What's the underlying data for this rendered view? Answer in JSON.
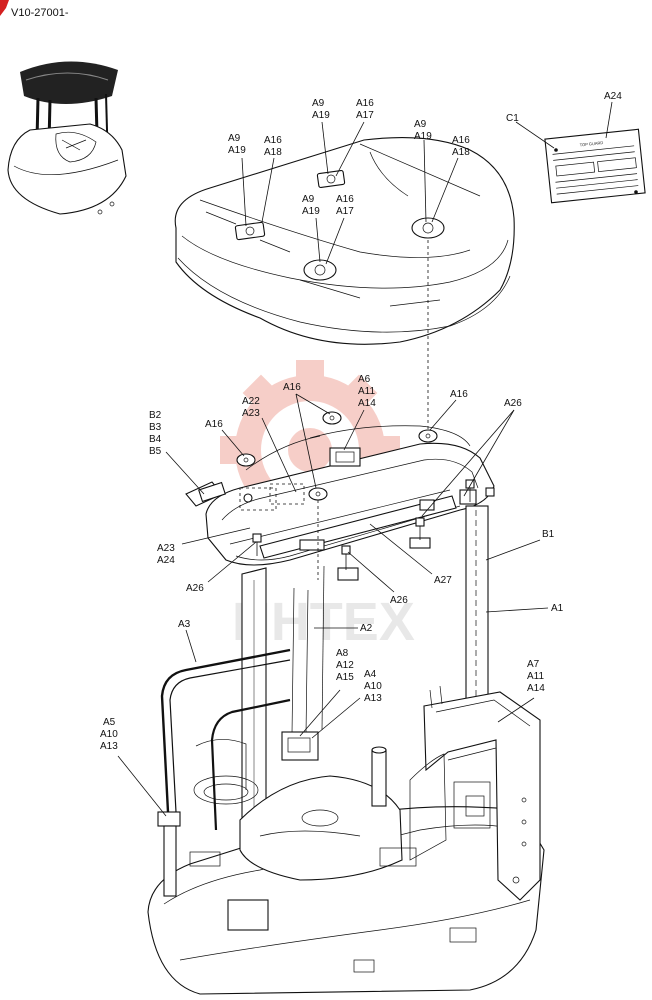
{
  "header": {
    "code": "V10-27001-"
  },
  "watermark": {
    "text": "ИНТЕХ",
    "color": "#e0533c"
  },
  "plate": {
    "title": "TOP GUARD"
  },
  "labels": {
    "a24_top": "A24",
    "c1": "C1",
    "g1": [
      "A9",
      "A19"
    ],
    "g2": [
      "A16",
      "A18"
    ],
    "g3": [
      "A9",
      "A19"
    ],
    "g4": [
      "A16",
      "A17"
    ],
    "g5": [
      "A9",
      "A19"
    ],
    "g6": [
      "A16",
      "A17"
    ],
    "g7": [
      "A9",
      "A19"
    ],
    "g8": [
      "A16",
      "A18"
    ],
    "b_group": [
      "B2",
      "B3",
      "B4",
      "B5"
    ],
    "a16_left": "A16",
    "a22_23": [
      "A22",
      "A23"
    ],
    "a16_mid": "A16",
    "a6_group": [
      "A6",
      "A11",
      "A14"
    ],
    "a16_right": "A16",
    "a26_top": "A26",
    "a23_24": [
      "A23",
      "A24"
    ],
    "a26_left": "A26",
    "b1": "B1",
    "a27": "A27",
    "a26_bottom": "A26",
    "a1": "A1",
    "a3": "A3",
    "a2": "A2",
    "a8_group": [
      "A8",
      "A12",
      "A15"
    ],
    "a4_group": [
      "A4",
      "A10",
      "A13"
    ],
    "a7_group": [
      "A7",
      "A11",
      "A14"
    ],
    "a5_group": [
      "A5",
      "A10",
      "A13"
    ]
  }
}
